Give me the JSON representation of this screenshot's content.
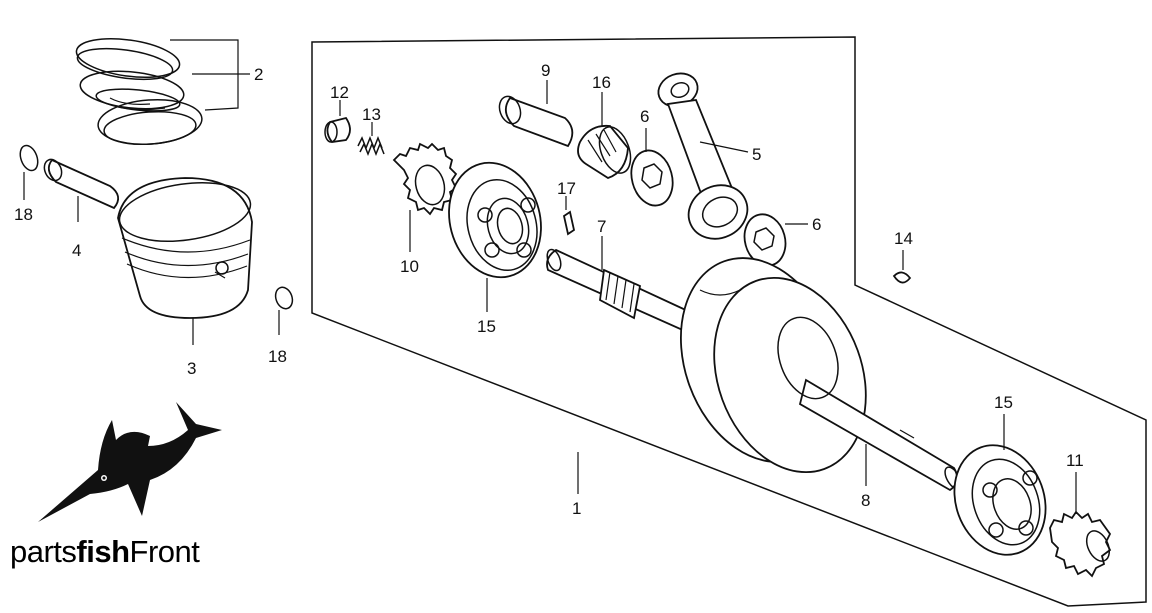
{
  "diagram": {
    "labels": {
      "l1": "1",
      "l2": "2",
      "l3": "3",
      "l4": "4",
      "l5": "5",
      "l6a": "6",
      "l6b": "6",
      "l7": "7",
      "l8": "8",
      "l9": "9",
      "l10": "10",
      "l11": "11",
      "l12": "12",
      "l13": "13",
      "l14": "14",
      "l15a": "15",
      "l15b": "15",
      "l16": "16",
      "l17": "17",
      "l18a": "18",
      "l18b": "18"
    }
  },
  "logo": {
    "part1": "parts",
    "part2": "fish",
    "part3": "Front"
  }
}
